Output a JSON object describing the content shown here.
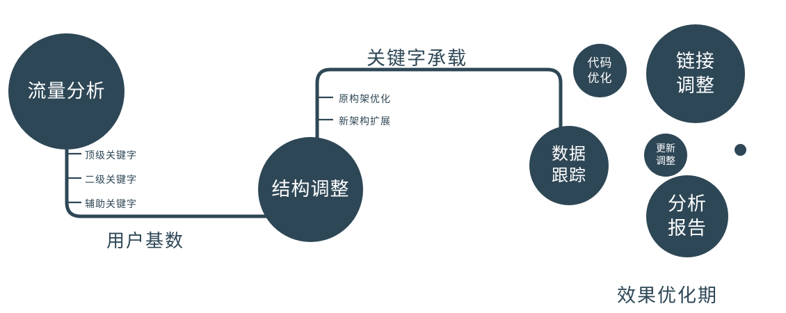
{
  "colors": {
    "primary": "#2e4756",
    "on-dark": "#ffffff",
    "bg": "#ffffff"
  },
  "nodes": {
    "traffic_analysis": {
      "label": "流量分析"
    },
    "structure_adjustment": {
      "label": "结构调整"
    },
    "data_tracking": {
      "lines": [
        "数据",
        "跟踪"
      ]
    },
    "code_optimization": {
      "lines": [
        "代码",
        "优化"
      ]
    },
    "link_adjustment": {
      "lines": [
        "链接",
        "调整"
      ]
    },
    "update_adjustment": {
      "lines": [
        "更新",
        "调整"
      ]
    },
    "analysis_report": {
      "lines": [
        "分析",
        "报告"
      ]
    }
  },
  "edges": {
    "user_base": {
      "label": "用户基数"
    },
    "keyword_carry": {
      "label": "关键字承载"
    }
  },
  "branches": {
    "traffic": [
      "顶级关键字",
      "二级关键字",
      "辅助关键字"
    ],
    "structure": [
      "原构架优化",
      "新架构扩展"
    ]
  },
  "footer": {
    "label": "效果优化期"
  }
}
